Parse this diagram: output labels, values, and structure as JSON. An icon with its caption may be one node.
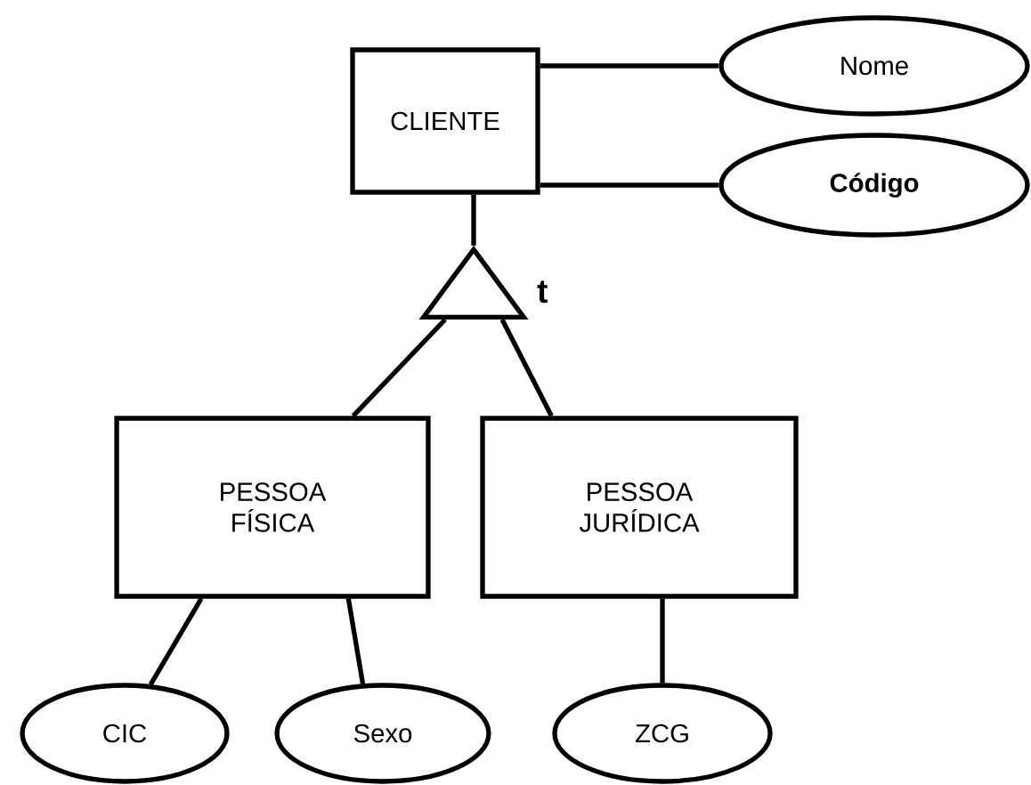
{
  "diagram": {
    "nodes": [
      {
        "text": [
          "CLIENTE"
        ]
      },
      {
        "text": [
          "Nome"
        ]
      },
      {
        "text": [
          "Código"
        ]
      },
      {
        "text": [],
        "shape": "triangle",
        "beside": [
          "t"
        ]
      },
      {
        "text": [
          "PESSOA FÍSICA"
        ]
      },
      {
        "text": [
          "PESSOA JURÍDICA"
        ]
      },
      {
        "text": [
          "CIC"
        ]
      },
      {
        "text": [
          "Sexo"
        ]
      },
      {
        "text": [
          "ZCG"
        ]
      }
    ],
    "edges": [
      {
        "from": 0,
        "to": 1,
        "arrow": "none"
      },
      {
        "from": 0,
        "to": 2,
        "arrow": "none"
      },
      {
        "from": 0,
        "to": 3,
        "arrow": "none"
      },
      {
        "from": 3,
        "to": 4,
        "arrow": "none"
      },
      {
        "from": 3,
        "to": 5,
        "arrow": "none"
      },
      {
        "from": 4,
        "to": 6,
        "arrow": "none"
      },
      {
        "from": 4,
        "to": 7,
        "arrow": "none"
      },
      {
        "from": 5,
        "to": 8,
        "arrow": "none"
      }
    ]
  }
}
